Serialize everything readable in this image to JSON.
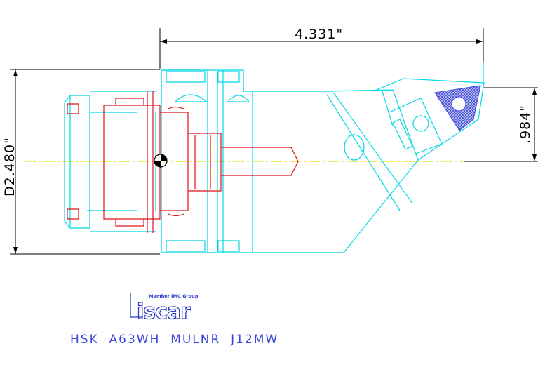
{
  "dimensions": {
    "length": "4.331\"",
    "diameter": "D2.480\"",
    "offset": ".984\""
  },
  "logo": {
    "tagline": "Member IMC Group",
    "brand": "iscar"
  },
  "designation": "HSK  A63WH  MULNR  J12MW",
  "colors": {
    "body_outline": "#00d8e8",
    "shank_detail": "#e0121a",
    "dimension_lines": "#000000",
    "centerline": "#e8e000",
    "insert_fill": "#5460e0",
    "title": "#3a47d8"
  }
}
